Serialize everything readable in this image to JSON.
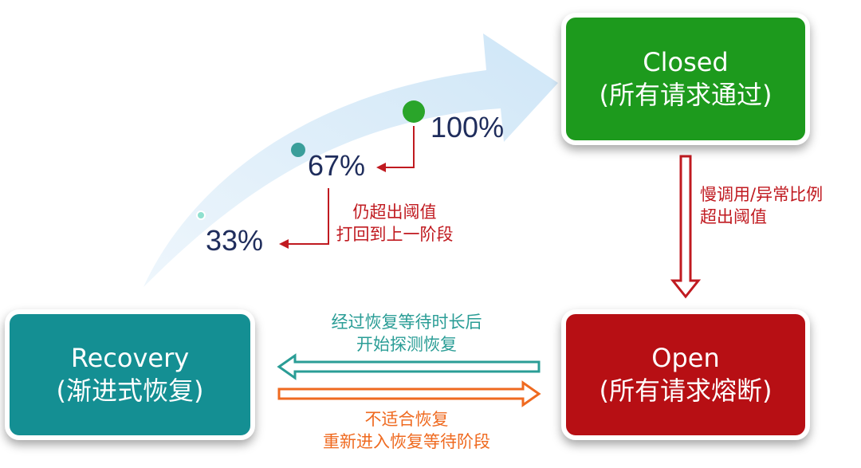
{
  "states": {
    "closed": {
      "title": "Closed",
      "subtitle": "(所有请求通过)",
      "color": "#1d9a1d"
    },
    "open": {
      "title": "Open",
      "subtitle": "(所有请求熔断)",
      "color": "#b70f14"
    },
    "recovery": {
      "title": "Recovery",
      "subtitle": "(渐进式恢复)",
      "color": "#148f93"
    }
  },
  "transitions": {
    "closed_to_open": {
      "line1": "慢调用/异常比例",
      "line2": "超出阈值"
    },
    "open_to_recovery": {
      "line1": "经过恢复等待时长后",
      "line2": "开始探测恢复"
    },
    "recovery_to_open": {
      "line1": "不适合恢复",
      "line2": "重新进入恢复等待阶段"
    },
    "step_back": {
      "line1": "仍超出阈值",
      "line2": "打回到上一阶段"
    }
  },
  "progress_steps": [
    {
      "label": "33%",
      "value": 33,
      "color": "#8fe0cf"
    },
    {
      "label": "67%",
      "value": 67,
      "color": "#3a9e9a"
    },
    {
      "label": "100%",
      "value": 100,
      "color": "#2aa52a"
    }
  ]
}
